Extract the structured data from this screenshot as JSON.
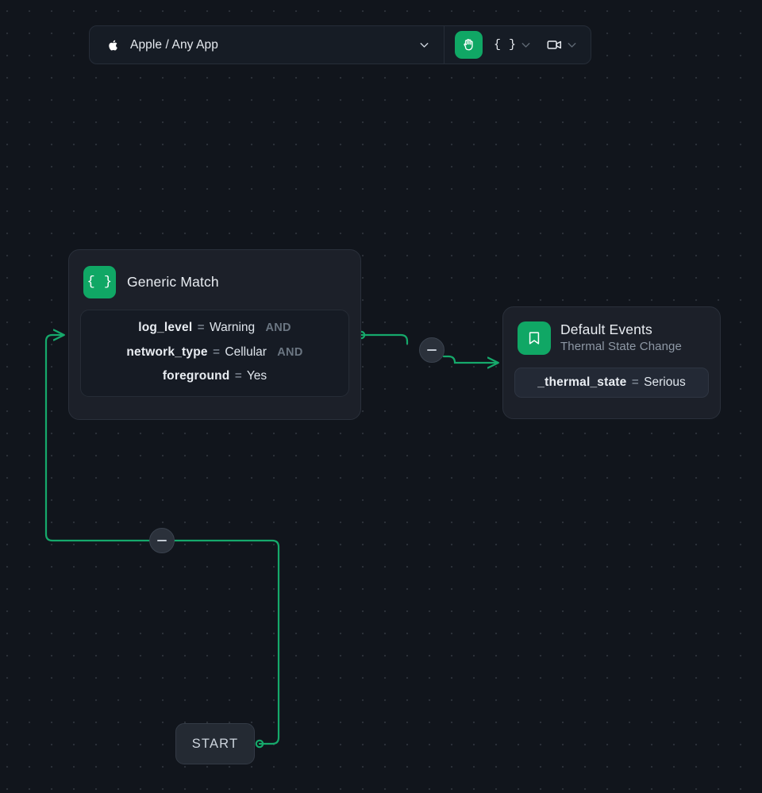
{
  "toolbar": {
    "app_selector": {
      "icon": "apple-logo-icon",
      "label": "Apple / Any App",
      "chevron": "chevron-down-icon"
    },
    "tools": [
      {
        "icon": "hand-pan-icon",
        "label": "",
        "active": true,
        "accent": "#10a765"
      },
      {
        "icon": "braces-icon",
        "label": "{ }",
        "chevron": "chevron-down-icon"
      },
      {
        "icon": "video-camera-icon",
        "label": "",
        "chevron": "chevron-down-icon"
      }
    ]
  },
  "canvas": {
    "background": "#11151c",
    "dot_color": "#2b3038",
    "edge_color": "#16a96b"
  },
  "nodes": {
    "match": {
      "icon": "braces-icon",
      "icon_glyph": "{ }",
      "title": "Generic Match",
      "conditions": [
        {
          "key": "log_level",
          "op": "=",
          "value": "Warning",
          "joiner": "AND"
        },
        {
          "key": "network_type",
          "op": "=",
          "value": "Cellular",
          "joiner": "AND"
        },
        {
          "key": "foreground",
          "op": "=",
          "value": "Yes",
          "joiner": ""
        }
      ]
    },
    "events": {
      "icon": "bookmark-icon",
      "title": "Default Events",
      "subtitle": "Thermal State Change",
      "pill": {
        "key": "_thermal_state",
        "op": "=",
        "value": "Serious"
      }
    },
    "start": {
      "label": "START"
    }
  },
  "edge_badges": [
    {
      "name": "edge-badge-collapse-a",
      "glyph": "minus-icon"
    },
    {
      "name": "edge-badge-collapse-b",
      "glyph": "minus-icon"
    }
  ]
}
